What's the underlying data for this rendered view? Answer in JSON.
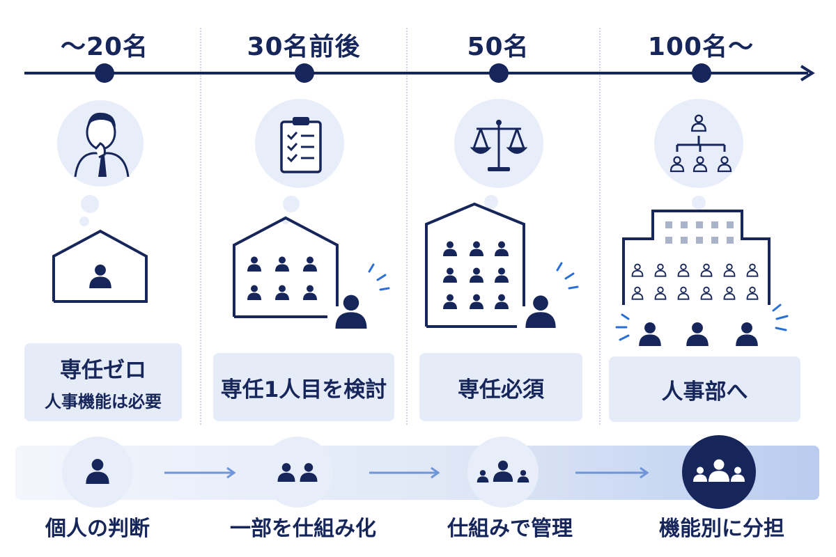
{
  "stages": [
    {
      "label": "〜20名",
      "box_main": "専任ゼロ",
      "box_sub": "人事機能は必要"
    },
    {
      "label": "30名前後",
      "box_main": "専任1人目を検討",
      "box_sub": ""
    },
    {
      "label": "50名",
      "box_main": "専任必須",
      "box_sub": ""
    },
    {
      "label": "100名〜",
      "box_main": "人事部へ",
      "box_sub": ""
    }
  ],
  "flow": [
    {
      "label": "個人の判断",
      "icon": "single-person-icon"
    },
    {
      "label": "一部を仕組み化",
      "icon": "two-people-icon"
    },
    {
      "label": "仕組みで管理",
      "icon": "small-team-icon"
    },
    {
      "label": "機能別に分担",
      "icon": "large-group-icon"
    }
  ],
  "colors": {
    "navy": "#16255a",
    "light_blue": "#e5ebf7",
    "circle_bg": "#e8eef9",
    "accent_blue": "#2a6fd6",
    "arrow_blue": "#6e95d9"
  }
}
